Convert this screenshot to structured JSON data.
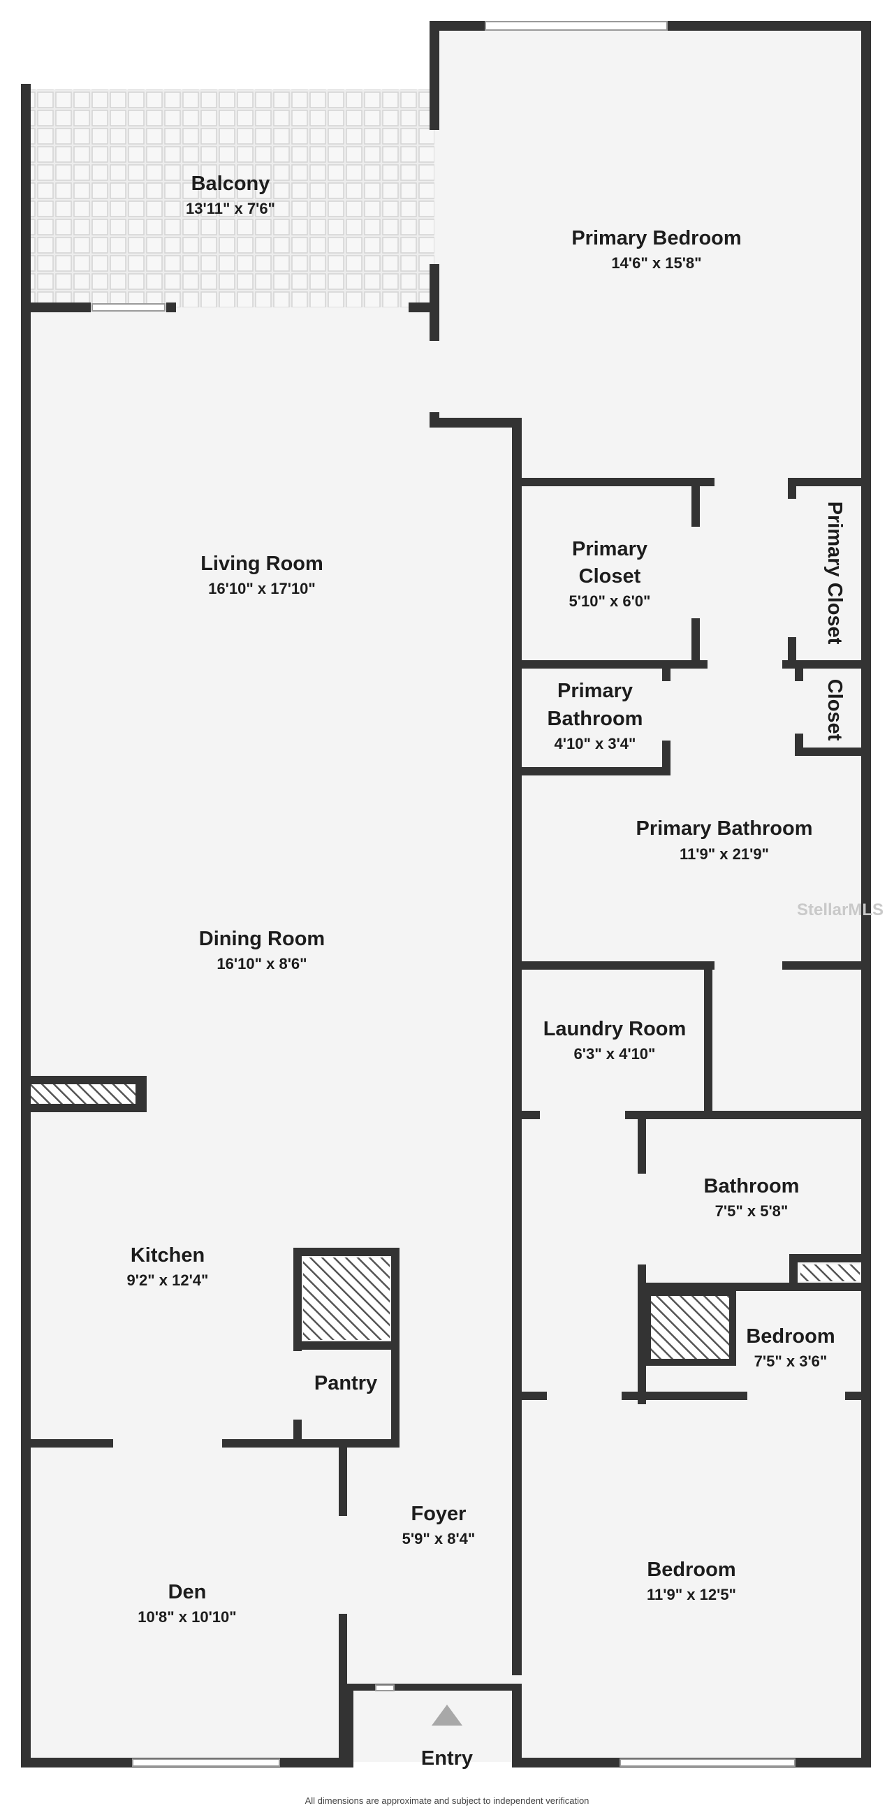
{
  "rooms": {
    "balcony": {
      "name": "Balcony",
      "dims": "13'11\" x 7'6\""
    },
    "primary_bedroom": {
      "name": "Primary Bedroom",
      "dims": "14'6\" x 15'8\""
    },
    "living_room": {
      "name": "Living Room",
      "dims": "16'10\" x 17'10\""
    },
    "primary_closet_1": {
      "name_line1": "Primary",
      "name_line2": "Closet",
      "dims": "5'10\" x 6'0\""
    },
    "primary_closet_2": {
      "name": "Primary Closet"
    },
    "closet": {
      "name": "Closet"
    },
    "primary_bathroom_small": {
      "name_line1": "Primary",
      "name_line2": "Bathroom",
      "dims": "4'10\" x 3'4\""
    },
    "primary_bathroom": {
      "name": "Primary Bathroom",
      "dims": "11'9\" x 21'9\""
    },
    "dining_room": {
      "name": "Dining Room",
      "dims": "16'10\" x 8'6\""
    },
    "laundry_room": {
      "name": "Laundry Room",
      "dims": "6'3\" x 4'10\""
    },
    "bathroom": {
      "name": "Bathroom",
      "dims": "7'5\" x 5'8\""
    },
    "kitchen": {
      "name": "Kitchen",
      "dims": "9'2\" x 12'4\""
    },
    "small_bedroom": {
      "name": "Bedroom",
      "dims": "7'5\" x 3'6\""
    },
    "pantry": {
      "name": "Pantry"
    },
    "foyer": {
      "name": "Foyer",
      "dims": "5'9\" x 8'4\""
    },
    "den": {
      "name": "Den",
      "dims": "10'8\" x 10'10\""
    },
    "bedroom": {
      "name": "Bedroom",
      "dims": "11'9\" x 12'5\""
    },
    "entry": {
      "name": "Entry"
    }
  },
  "watermark": "StellarMLS",
  "footer": "All dimensions are approximate and subject to independent verification",
  "colors": {
    "wall": "#333333",
    "floor": "#f4f4f4",
    "hatch": "#555555",
    "window": "#ffffff",
    "entry_arrow": "#a8a8a8"
  }
}
